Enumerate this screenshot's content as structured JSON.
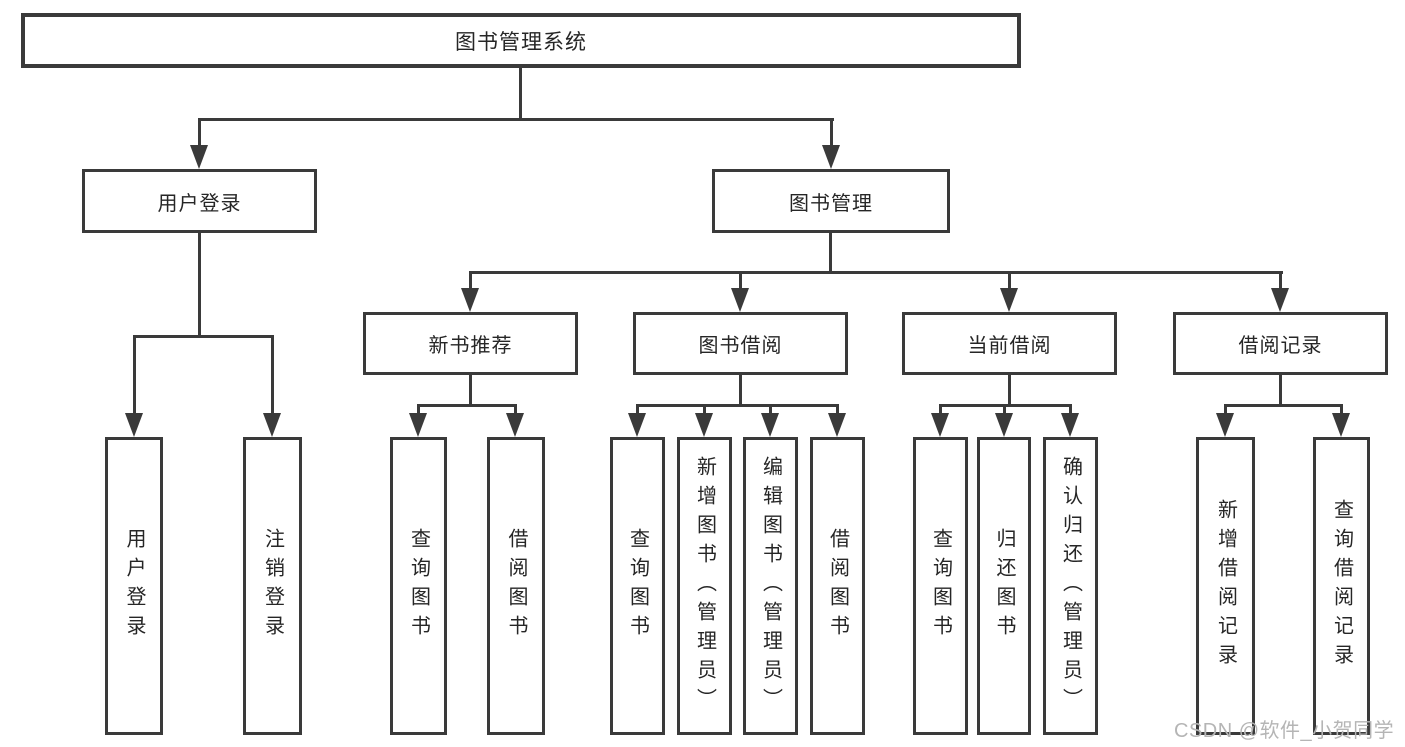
{
  "diagram_title": "图书管理系统",
  "nodes": {
    "root": {
      "label": "图书管理系统"
    },
    "level2": [
      {
        "label": "用户登录",
        "parent": "图书管理系统"
      },
      {
        "label": "图书管理",
        "parent": "图书管理系统"
      }
    ],
    "level3": [
      {
        "label": "新书推荐",
        "parent": "图书管理"
      },
      {
        "label": "图书借阅",
        "parent": "图书管理"
      },
      {
        "label": "当前借阅",
        "parent": "图书管理"
      },
      {
        "label": "借阅记录",
        "parent": "图书管理"
      }
    ],
    "leaves": [
      {
        "label": "用户登录",
        "parent": "用户登录"
      },
      {
        "label": "注销登录",
        "parent": "用户登录"
      },
      {
        "label": "查询图书",
        "parent": "新书推荐"
      },
      {
        "label": "借阅图书",
        "parent": "新书推荐"
      },
      {
        "label": "查询图书",
        "parent": "图书借阅"
      },
      {
        "label": "新增图书（管理员）",
        "parent": "图书借阅"
      },
      {
        "label": "编辑图书（管理员）",
        "parent": "图书借阅"
      },
      {
        "label": "借阅图书",
        "parent": "图书借阅"
      },
      {
        "label": "查询图书",
        "parent": "当前借阅"
      },
      {
        "label": "归还图书",
        "parent": "当前借阅"
      },
      {
        "label": "确认归还（管理员）",
        "parent": "当前借阅"
      },
      {
        "label": "新增借阅记录",
        "parent": "借阅记录"
      },
      {
        "label": "查询借阅记录",
        "parent": "借阅记录"
      }
    ]
  },
  "watermark": {
    "text": "CSDN @软件_小贺同学",
    "color": "#b5b5b5"
  },
  "colors": {
    "line": "#3a3a3a",
    "text": "#262626",
    "background": "#ffffff"
  }
}
